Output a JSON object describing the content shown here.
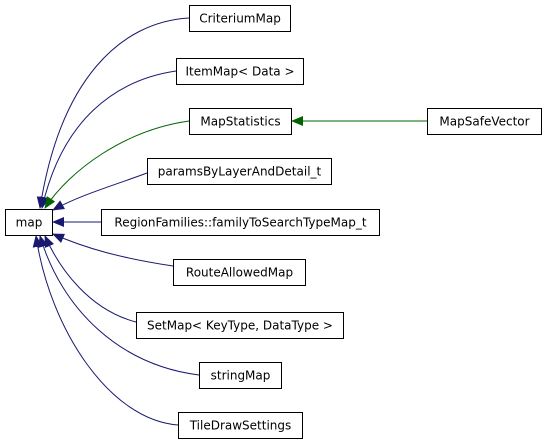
{
  "diagram": {
    "type": "inheritance-graph",
    "colors": {
      "edge_inheritance": "#191970",
      "edge_derived": "#006400",
      "arrow_inheritance": "#191970",
      "arrow_derived": "#006400",
      "node_border": "#000000",
      "node_fill": "#ffffff"
    },
    "nodes": [
      {
        "id": "map",
        "label": "map"
      },
      {
        "id": "criteriummap",
        "label": "CriteriumMap"
      },
      {
        "id": "itemmap",
        "label": "ItemMap< Data >"
      },
      {
        "id": "mapstatistics",
        "label": "MapStatistics"
      },
      {
        "id": "mapsafevector",
        "label": "MapSafeVector"
      },
      {
        "id": "paramsbylayer",
        "label": "paramsByLayerAndDetail_t"
      },
      {
        "id": "regionfamilies",
        "label": "RegionFamilies::familyToSearchTypeMap_t"
      },
      {
        "id": "routeallowedmap",
        "label": "RouteAllowedMap"
      },
      {
        "id": "setmap",
        "label": "SetMap< KeyType, DataType >"
      },
      {
        "id": "stringmap",
        "label": "stringMap"
      },
      {
        "id": "tiledrawsettings",
        "label": "TileDrawSettings"
      }
    ],
    "edges": [
      {
        "from": "criteriummap",
        "to": "map",
        "kind": "inheritance"
      },
      {
        "from": "itemmap",
        "to": "map",
        "kind": "inheritance"
      },
      {
        "from": "mapstatistics",
        "to": "map",
        "kind": "derived"
      },
      {
        "from": "mapsafevector",
        "to": "mapstatistics",
        "kind": "derived"
      },
      {
        "from": "paramsbylayer",
        "to": "map",
        "kind": "inheritance"
      },
      {
        "from": "regionfamilies",
        "to": "map",
        "kind": "inheritance"
      },
      {
        "from": "routeallowedmap",
        "to": "map",
        "kind": "inheritance"
      },
      {
        "from": "setmap",
        "to": "map",
        "kind": "inheritance"
      },
      {
        "from": "stringmap",
        "to": "map",
        "kind": "inheritance"
      },
      {
        "from": "tiledrawsettings",
        "to": "map",
        "kind": "inheritance"
      }
    ]
  }
}
